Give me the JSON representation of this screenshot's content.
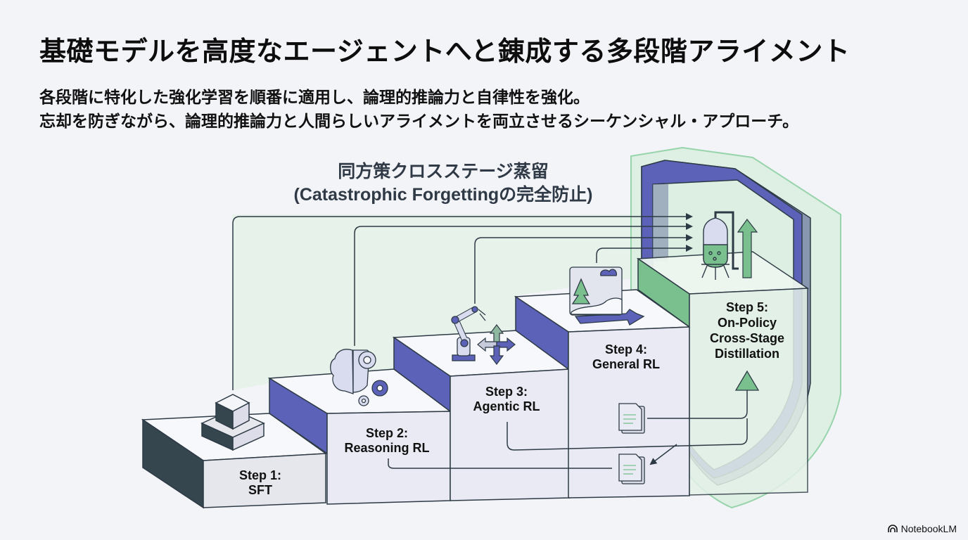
{
  "slide": {
    "title": "基礎モデルを高度なエージェントへと錬成する多段階アライメント",
    "subtitle_lines": [
      "各段階に特化した強化学習を順番に適用し、論理的推論力と自律性を強化。",
      "忘却を防ぎながら、論理的推論力と人間らしいアライメントを両立させるシーケンシャル・アプローチ。"
    ],
    "distillation_label": {
      "line1": "同方策クロスステージ蒸留",
      "line2": "(Catastrophic Forgettingの完全防止)"
    }
  },
  "steps": [
    {
      "number": "Step 1:",
      "name": "SFT",
      "icon": "stacked-cubes-icon"
    },
    {
      "number": "Step 2:",
      "name": "Reasoning RL",
      "icon": "brain-gears-icon"
    },
    {
      "number": "Step 3:",
      "name": "Agentic RL",
      "icon": "robot-arm-icon"
    },
    {
      "number": "Step 4:",
      "name": "General RL",
      "icon": "image-arrow-icon"
    },
    {
      "number": "Step 5:",
      "name_lines": [
        "On-Policy",
        "Cross-Stage",
        "Distillation"
      ],
      "icon": "distillation-vessel-icon"
    }
  ],
  "colors": {
    "background": "#f3f4f8",
    "indigo": "#5b62b8",
    "slate": "#8896b0",
    "green": "#79c08e",
    "light_green": "#e4f1e8",
    "dark_navy": "#36464f",
    "stroke": "#2d3a45"
  },
  "branding": {
    "label": "NotebookLM",
    "icon": "notebooklm-logo-icon"
  }
}
